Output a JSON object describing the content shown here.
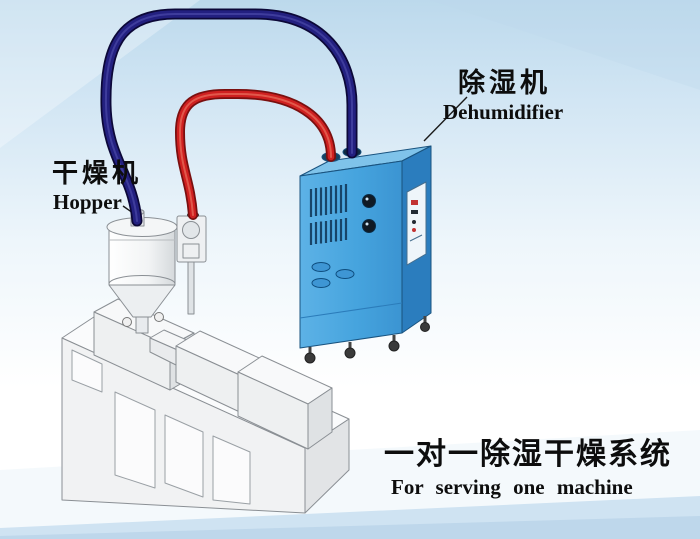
{
  "labels": {
    "dehumidifier": {
      "cn": "除湿机",
      "en": "Dehumidifier"
    },
    "hopper": {
      "cn": "干燥机",
      "en": "Hopper"
    },
    "caption": {
      "cn": "一对一除湿干燥系统",
      "en": "For serving one machine"
    }
  },
  "colors": {
    "background_top": "#bcd9ec",
    "dehumidifier_front": "#4aa7e0",
    "dehumidifier_side": "#2b7dbe",
    "dehumidifier_top": "#7fc3ea",
    "pipe_red": "#cf2020",
    "pipe_navy": "#1c1668",
    "machine_body": "#f1f2f3",
    "outline": "#8a8f94"
  },
  "components": [
    "hopper-dryer",
    "blower-unit",
    "extruder-machine",
    "dehumidifier-unit",
    "dry-air-pipe-red",
    "return-air-pipe-navy"
  ]
}
